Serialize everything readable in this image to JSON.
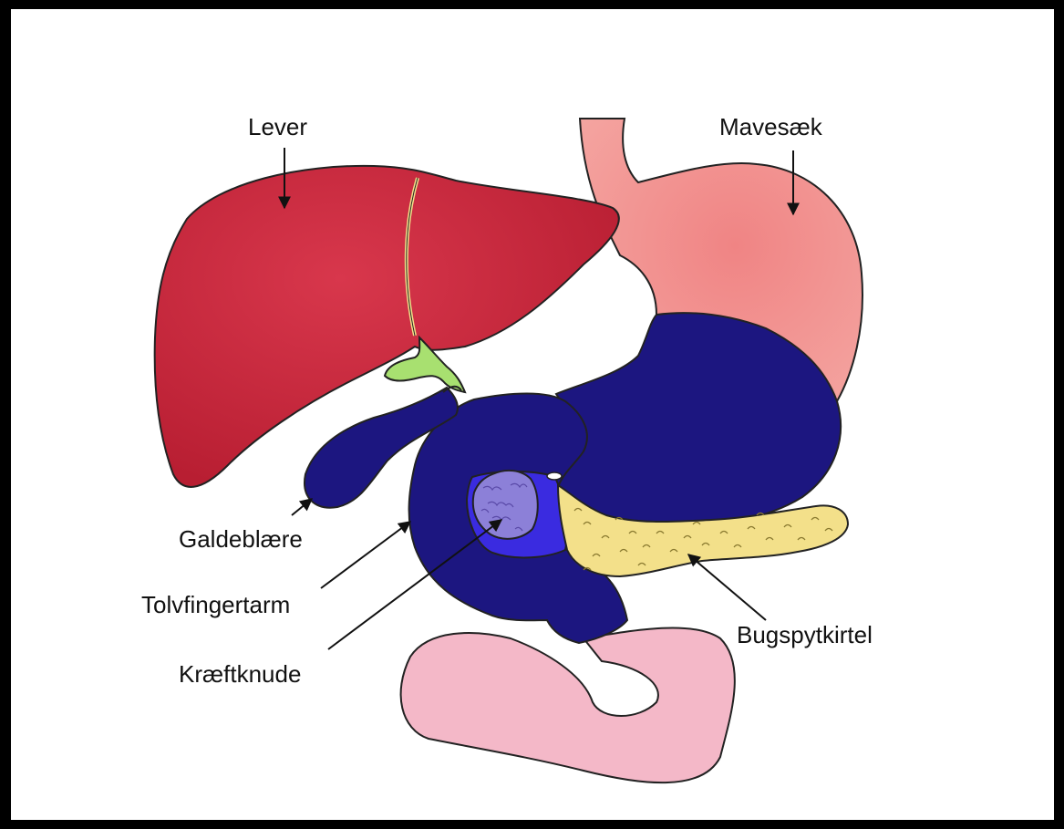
{
  "labels": {
    "liver": "Lever",
    "stomach": "Mavesæk",
    "gallbladder": "Galdeblære",
    "duodenum": "Tolvfingertarm",
    "tumor": "Kræftknude",
    "pancreas": "Bugspytkirtel"
  },
  "colors": {
    "background": "#ffffff",
    "frame": "#000000",
    "liver": "#c8283c",
    "stomach": "#f08a8a",
    "duct": "#9ee06a",
    "blue_organs": "#1c1680",
    "tumor_region": "#3a2be0",
    "tumor": "#8c80d8",
    "pancreas": "#f3e08a",
    "intestine": "#f2b8c6"
  }
}
